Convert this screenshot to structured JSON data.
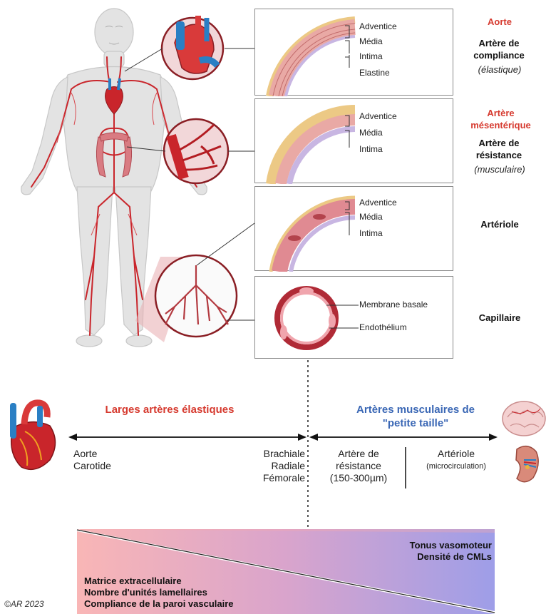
{
  "vessels": [
    {
      "layers": [
        "Adventice",
        "Média",
        "Intima",
        "Elastine"
      ],
      "title_red": "Aorte",
      "title_bold": "Artère de compliance",
      "title_italic": "(élastique)"
    },
    {
      "layers": [
        "Adventice",
        "Média",
        "Intima"
      ],
      "title_red": "Artère mésentérique",
      "title_bold": "Artère de résistance",
      "title_italic": "(musculaire)"
    },
    {
      "layers": [
        "Adventice",
        "Média",
        "Intima"
      ],
      "title_bold": "Artériole"
    },
    {
      "layers": [
        "Membrane basale",
        "Endothélium"
      ],
      "title_bold": "Capillaire"
    }
  ],
  "spectrum": {
    "left_title": "Larges artères élastiques",
    "right_title": "Artères musculaires de \"petite taille\"",
    "left_vessels": [
      "Aorte",
      "Carotide"
    ],
    "middle_vessels": [
      "Brachiale",
      "Radiale",
      "Fémorale"
    ],
    "resistance_label": [
      "Artère de",
      "résistance",
      "(150-300µm)"
    ],
    "arteriole_label": "Artériole",
    "arteriole_sub": "(microcirculation)"
  },
  "gradient": {
    "top_right_labels": [
      "Tonus vasomoteur",
      "Densité de CMLs"
    ],
    "bottom_left_labels": [
      "Matrice extracellulaire",
      "Nombre d'unités lamellaires",
      "Compliance de la paroi vasculaire"
    ]
  },
  "copyright": "©AR 2023",
  "colors": {
    "red_accent": "#d63a2f",
    "blue_accent": "#3a67b5",
    "artery_red": "#c9252b",
    "vein_blue": "#2a7fc4",
    "gradient_pink": "#f3a6a6",
    "gradient_purple": "#9c9be6"
  }
}
